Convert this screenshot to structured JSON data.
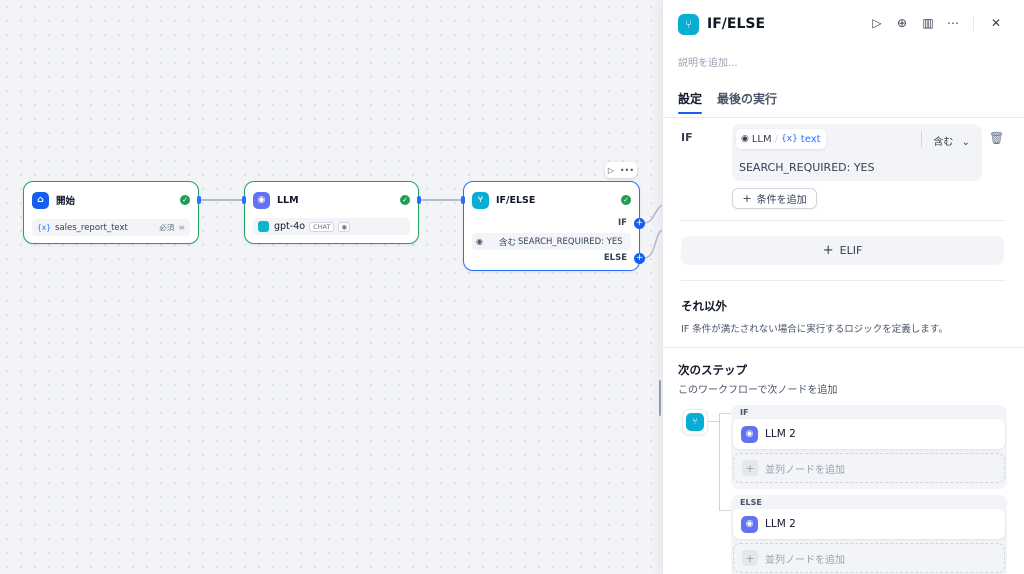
{
  "canvas": {
    "start_node": {
      "title": "開始",
      "var_prefix": "{x}",
      "var_name": "sales_report_text",
      "required": "必須"
    },
    "llm_node": {
      "title": "LLM",
      "model": "gpt-4o",
      "mode_tag": "CHAT"
    },
    "ifelse_node": {
      "title": "IF/ELSE",
      "if_label": "IF",
      "else_label": "ELSE",
      "op": "含む",
      "condition": "SEARCH_REQUIRED: YES"
    }
  },
  "panel": {
    "title": "IF/ELSE",
    "description_placeholder": "説明を追加...",
    "tabs": [
      "設定",
      "最後の実行"
    ],
    "if_label": "IF",
    "condition": {
      "var_source": "LLM",
      "var_sep": "/",
      "var_prefix": "{x}",
      "var_name": "text",
      "operator": "含む",
      "value": "SEARCH_REQUIRED: YES"
    },
    "add_condition": "条件を追加",
    "elif_button": "ELIF",
    "else_title": "それ以外",
    "else_desc": "IF 条件が満たされない場合に実行するロジックを定義します。",
    "next_step_title": "次のステップ",
    "next_step_desc": "このワークフローで次ノードを追加",
    "branches": [
      {
        "label": "IF",
        "node": "LLM 2",
        "add_parallel": "並列ノードを追加"
      },
      {
        "label": "ELSE",
        "node": "LLM 2",
        "add_parallel": "並列ノードを追加"
      }
    ]
  },
  "colors": {
    "success_border": "#22a35a",
    "accent_blue": "#155eef",
    "ifelse_icon": "#06aed4",
    "start_icon": "#155eef",
    "llm_icon": "#6172f3"
  }
}
